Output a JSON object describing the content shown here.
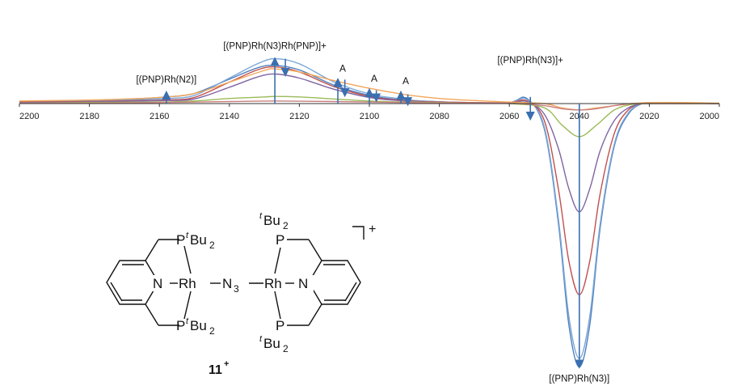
{
  "chart_data": {
    "type": "line",
    "xlim": [
      2200,
      2000
    ],
    "x_ticks": [
      2200,
      2180,
      2160,
      2140,
      2120,
      2100,
      2080,
      2060,
      2040,
      2020,
      2000
    ],
    "grid": false,
    "legend": "none",
    "series": [
      {
        "color": "#4f81bd",
        "x": [
          2200,
          2180,
          2165,
          2158,
          2150,
          2140,
          2132,
          2127,
          2120,
          2110,
          2100,
          2092,
          2085,
          2072,
          2060,
          2055,
          2050,
          2046,
          2043,
          2040,
          2037,
          2034,
          2030,
          2026,
          2022,
          2018,
          2010,
          2000
        ],
        "y": [
          0.04,
          0.06,
          0.1,
          0.13,
          0.2,
          0.48,
          0.7,
          0.75,
          0.66,
          0.36,
          0.16,
          0.08,
          0.05,
          0.02,
          0.02,
          0.1,
          -0.6,
          -2.8,
          -5.2,
          -6.2,
          -5.2,
          -2.9,
          -1.0,
          -0.25,
          0.0,
          0.01,
          0.01,
          0.0
        ]
      },
      {
        "color": "#7aa6d8",
        "x": [
          2200,
          2180,
          2165,
          2158,
          2150,
          2140,
          2132,
          2127,
          2120,
          2110,
          2100,
          2092,
          2085,
          2072,
          2060,
          2055,
          2050,
          2046,
          2043,
          2040,
          2037,
          2034,
          2030,
          2026,
          2022,
          2018,
          2010,
          2000
        ],
        "y": [
          0.03,
          0.05,
          0.08,
          0.1,
          0.16,
          0.5,
          0.78,
          0.88,
          0.78,
          0.42,
          0.19,
          0.1,
          0.05,
          0.02,
          0.02,
          0.08,
          -0.55,
          -2.7,
          -5.0,
          -6.0,
          -5.0,
          -2.8,
          -0.95,
          -0.22,
          0.0,
          0.01,
          0.01,
          0.0
        ]
      },
      {
        "color": "#c0504d",
        "x": [
          2200,
          2180,
          2165,
          2158,
          2150,
          2140,
          2132,
          2127,
          2120,
          2110,
          2100,
          2092,
          2085,
          2072,
          2060,
          2055,
          2050,
          2046,
          2043,
          2040,
          2037,
          2034,
          2030,
          2026,
          2022,
          2018,
          2010,
          2000
        ],
        "y": [
          0.03,
          0.04,
          0.06,
          0.07,
          0.12,
          0.42,
          0.66,
          0.72,
          0.62,
          0.33,
          0.14,
          0.07,
          0.04,
          0.02,
          0.02,
          0.05,
          -0.4,
          -2.0,
          -3.7,
          -4.5,
          -3.7,
          -2.1,
          -0.7,
          -0.15,
          0.0,
          0.01,
          0.01,
          0.0
        ]
      },
      {
        "color": "#8064a2",
        "x": [
          2200,
          2180,
          2165,
          2158,
          2150,
          2140,
          2132,
          2127,
          2120,
          2110,
          2100,
          2092,
          2085,
          2072,
          2060,
          2055,
          2050,
          2046,
          2043,
          2040,
          2037,
          2034,
          2030,
          2026,
          2022,
          2018,
          2010,
          2000
        ],
        "y": [
          0.02,
          0.03,
          0.05,
          0.06,
          0.09,
          0.32,
          0.52,
          0.58,
          0.5,
          0.28,
          0.12,
          0.06,
          0.03,
          0.01,
          0.01,
          0.04,
          -0.25,
          -1.05,
          -2.0,
          -2.55,
          -2.0,
          -1.1,
          -0.4,
          -0.1,
          0.0,
          0.01,
          0.01,
          0.0
        ]
      },
      {
        "color": "#f2a65a",
        "x": [
          2200,
          2180,
          2160,
          2150,
          2140,
          2130,
          2127,
          2120,
          2110,
          2100,
          2090,
          2080,
          2070,
          2060,
          2050,
          2045,
          2040,
          2035,
          2030,
          2025,
          2020,
          2010,
          2000
        ],
        "y": [
          0.05,
          0.07,
          0.12,
          0.2,
          0.42,
          0.65,
          0.68,
          0.62,
          0.45,
          0.3,
          0.18,
          0.1,
          0.06,
          0.03,
          0.0,
          -0.1,
          -0.15,
          -0.1,
          -0.05,
          0.0,
          0.02,
          0.02,
          0.01
        ]
      },
      {
        "color": "#9bbb59",
        "x": [
          2200,
          2180,
          2160,
          2150,
          2140,
          2130,
          2127,
          2120,
          2110,
          2100,
          2090,
          2080,
          2070,
          2060,
          2050,
          2045,
          2040,
          2035,
          2030,
          2025,
          2020,
          2010,
          2000
        ],
        "y": [
          0.01,
          0.02,
          0.03,
          0.05,
          0.1,
          0.13,
          0.14,
          0.13,
          0.09,
          0.05,
          0.03,
          0.02,
          0.01,
          0.0,
          -0.1,
          -0.5,
          -0.78,
          -0.5,
          -0.15,
          -0.02,
          0.0,
          0.0,
          0.0
        ]
      },
      {
        "color": "#c87f7f",
        "x": [
          2200,
          2180,
          2160,
          2140,
          2127,
          2110,
          2090,
          2070,
          2060,
          2050,
          2045,
          2040,
          2035,
          2030,
          2025,
          2020,
          2010,
          2000
        ],
        "y": [
          0.01,
          0.01,
          0.02,
          0.04,
          0.05,
          0.04,
          0.02,
          0.01,
          0.01,
          -0.05,
          -0.12,
          -0.15,
          -0.12,
          -0.05,
          0.0,
          0.0,
          0.0,
          0.0
        ]
      }
    ],
    "annotations": [
      {
        "id": "pnp-rh-n2",
        "text": "[(PNP)Rh(N2)]",
        "x": 2158,
        "direction": "up",
        "y_from": 0.0,
        "y_to": 0.22
      },
      {
        "id": "dimer",
        "text": "[(PNP)Rh(N3)Rh(PNP)]+",
        "x": 2127,
        "direction": "up",
        "y_from": 0.0,
        "y_to": 0.88
      },
      {
        "id": "dimer-down",
        "text": "",
        "x": 2124,
        "direction": "down",
        "y_from": 0.88,
        "y_to": 0.56
      },
      {
        "id": "a1",
        "text": "A",
        "x": 2109,
        "direction": "up",
        "y_from": 0.0,
        "y_to": 0.47
      },
      {
        "id": "a1-down",
        "text": "",
        "x": 2107,
        "direction": "down",
        "y_from": 0.47,
        "y_to": 0.16
      },
      {
        "id": "a2",
        "text": "A",
        "x": 2100,
        "direction": "up",
        "y_from": 0.0,
        "y_to": 0.27
      },
      {
        "id": "a2-down",
        "text": "",
        "x": 2098,
        "direction": "down",
        "y_from": 0.26,
        "y_to": 0.06
      },
      {
        "id": "a3",
        "text": "A",
        "x": 2091,
        "direction": "up",
        "y_from": 0.0,
        "y_to": 0.22
      },
      {
        "id": "a3-down",
        "text": "",
        "x": 2089,
        "direction": "down",
        "y_from": 0.18,
        "y_to": -0.02
      },
      {
        "id": "pnp-rh-n3-plus",
        "text": "[(PNP)Rh(N3)]+",
        "x": 2054,
        "direction": "down",
        "y_from": 0.13,
        "y_to": -0.36
      },
      {
        "id": "pnp-rh-n3",
        "text": "[(PNP)Rh(N3)]",
        "x": 2040,
        "direction": "down",
        "y_from": 0.0,
        "y_to": -6.2
      }
    ]
  },
  "compound": {
    "p_upper": "P",
    "tbu_upper_t": "t",
    "tbu_upper_bu": "Bu",
    "tbu_upper_2": "2",
    "n_left": "N",
    "rh_left": "Rh",
    "n3_n": "N",
    "n3_3": "3",
    "rh_right": "Rh",
    "n_right": "N",
    "p_lower": "P",
    "tbu_lower_t": "t",
    "tbu_lower_bu": "Bu",
    "tbu_lower_2": "2",
    "p_right_top": "P",
    "tbu_rtop_t": "t",
    "tbu_rtop_bu": "Bu",
    "tbu_rtop_2": "2",
    "p_right_bottom": "P",
    "tbu_rbot_t": "t",
    "tbu_rbot_bu": "Bu",
    "tbu_rbot_2": "2",
    "charge": "+",
    "label": "11",
    "label_charge": "+"
  }
}
